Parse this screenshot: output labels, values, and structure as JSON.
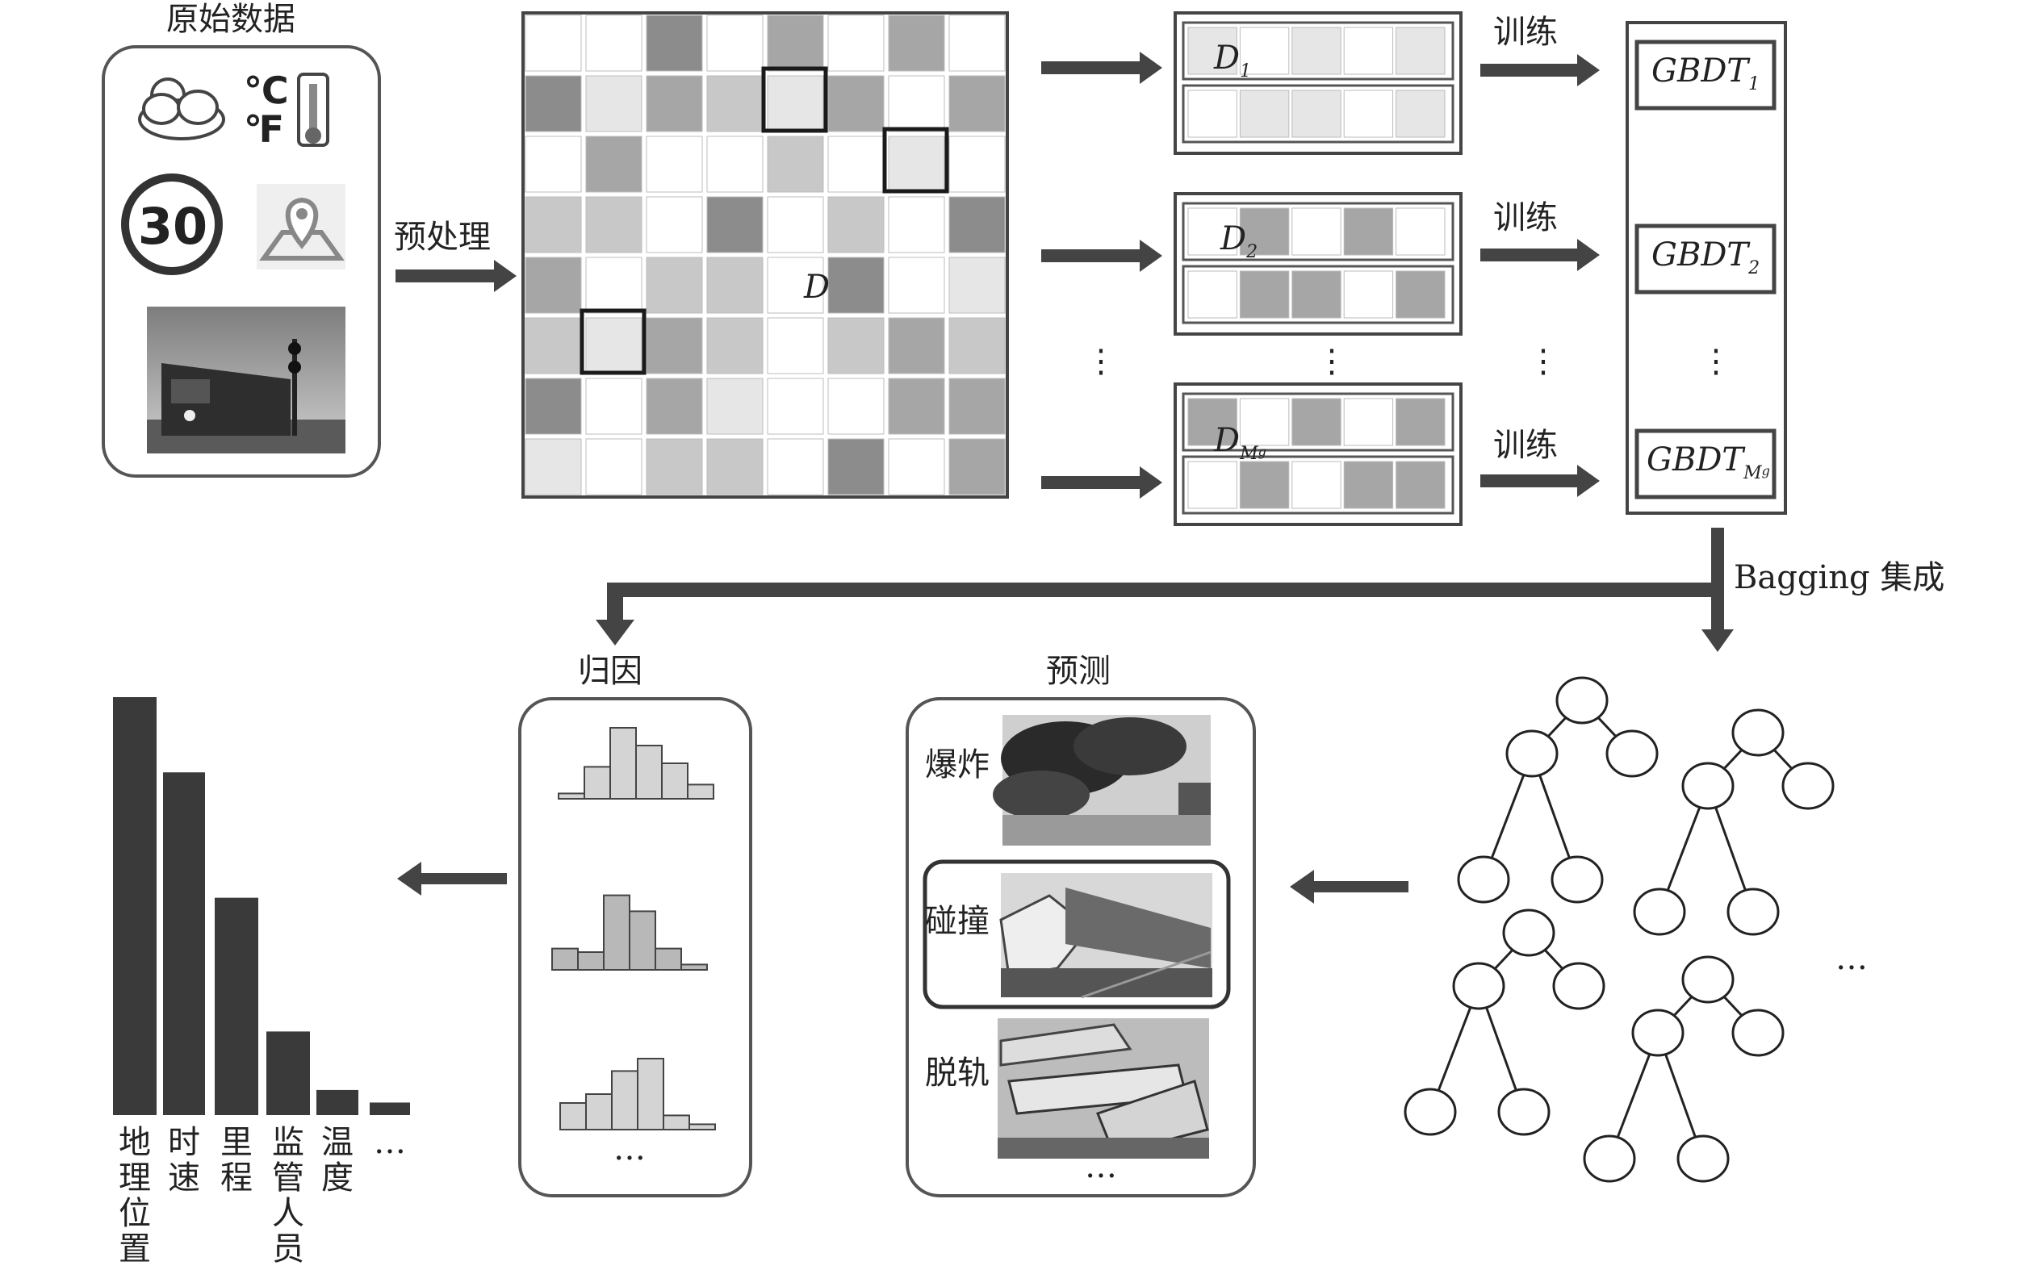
{
  "labels": {
    "raw_data": "原始数据",
    "preprocess": "预处理",
    "matrix_label": "D",
    "subset_letter": "D",
    "subset_subs": [
      "1",
      "2",
      "M",
      "g"
    ],
    "train": "训练",
    "model_letters": "GBDT",
    "model_subs": [
      "1",
      "2",
      "M",
      "g"
    ],
    "bagging": "Bagging 集成",
    "attribution": "归因",
    "prediction": "预测",
    "ellipsis": "…",
    "vdots": "⋮"
  },
  "raw_data_icons": [
    "weather-cloud-sun-icon",
    "celsius-fahrenheit-icon",
    "thermometer-icon",
    "speed-limit-sign-icon",
    "map-pin-icon",
    "train-photo"
  ],
  "speed_sign": "30",
  "temp_units": [
    "℃",
    "℉"
  ],
  "prediction_items": [
    "爆炸",
    "碰撞",
    "脱轨"
  ],
  "chart_data": {
    "type": "bar",
    "categories": [
      "地理位置",
      "时速",
      "里程",
      "监管人员",
      "温度",
      "…"
    ],
    "values": [
      100,
      82,
      52,
      20,
      6,
      3
    ],
    "title": "",
    "xlabel": "",
    "ylabel": ""
  },
  "histograms": [
    [
      3,
      18,
      40,
      30,
      20,
      8
    ],
    [
      12,
      10,
      42,
      33,
      12,
      3
    ],
    [
      15,
      20,
      33,
      40,
      8,
      3
    ]
  ],
  "matrix": {
    "colors": [
      "#ffffff",
      "#e6e6e6",
      "#c8c8c8",
      "#a6a6a6",
      "#8c8c8c"
    ],
    "cells": [
      [
        0,
        0,
        4,
        0,
        3,
        0,
        3,
        0
      ],
      [
        4,
        1,
        3,
        2,
        1,
        3,
        0,
        3
      ],
      [
        0,
        3,
        0,
        0,
        2,
        0,
        1,
        0
      ],
      [
        2,
        2,
        0,
        4,
        0,
        2,
        0,
        4
      ],
      [
        3,
        0,
        2,
        2,
        0,
        4,
        0,
        1
      ],
      [
        2,
        1,
        3,
        2,
        0,
        2,
        3,
        2
      ],
      [
        4,
        0,
        3,
        1,
        0,
        0,
        3,
        3
      ],
      [
        1,
        0,
        2,
        2,
        0,
        4,
        0,
        3
      ]
    ],
    "highlighted": [
      [
        1,
        4
      ],
      [
        2,
        6
      ],
      [
        5,
        1
      ]
    ]
  },
  "subsets": [
    [
      [
        1,
        0,
        1,
        0,
        1
      ],
      [
        0,
        1,
        1,
        0,
        1
      ]
    ],
    [
      [
        0,
        3,
        0,
        3,
        0
      ],
      [
        0,
        3,
        3,
        0,
        3
      ]
    ],
    [
      [
        3,
        0,
        3,
        0,
        3
      ],
      [
        0,
        3,
        0,
        3,
        3
      ]
    ]
  ]
}
